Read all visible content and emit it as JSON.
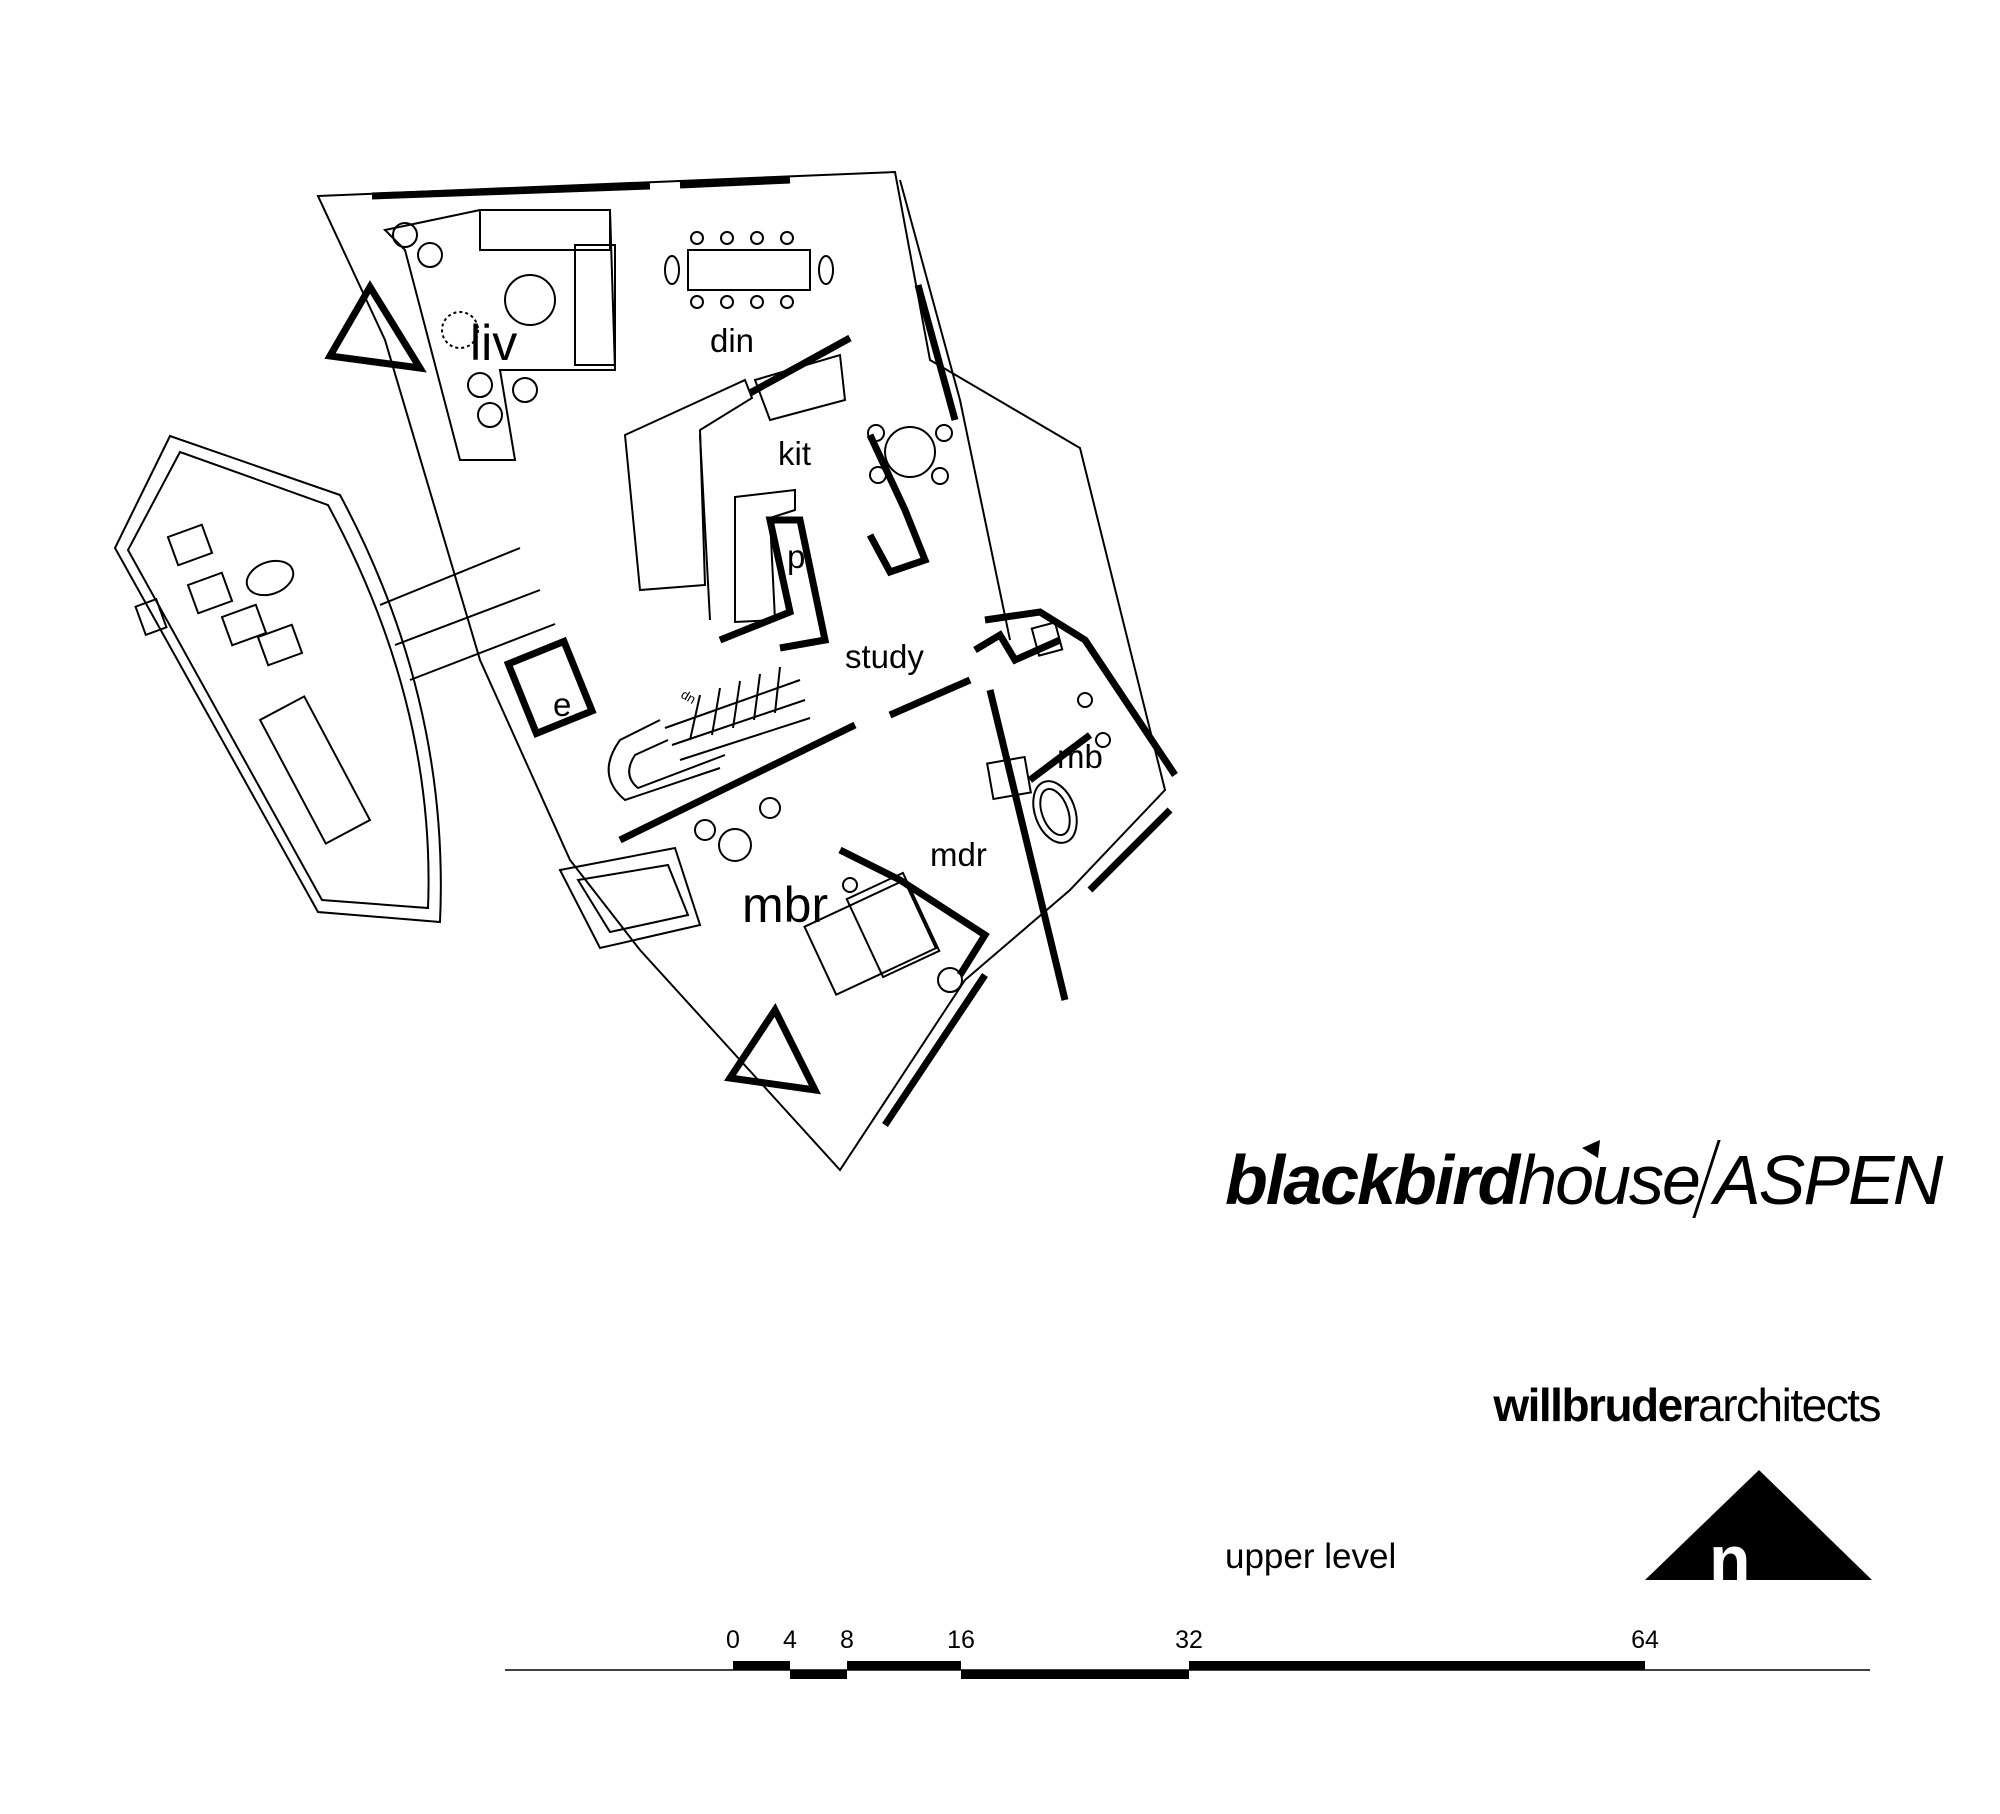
{
  "plan": {
    "rooms": {
      "liv": "liv",
      "din": "din",
      "kit": "kit",
      "p": "p",
      "study": "study",
      "e": "e",
      "dn": "dn",
      "mb": "mb",
      "mdr": "mdr",
      "mbr": "mbr"
    }
  },
  "title": {
    "part1": "blackbird",
    "part2": "house",
    "part3": "ASPEN"
  },
  "architect": {
    "bold": "willbruder",
    "light": "architects"
  },
  "level_label": "upper level",
  "north_label": "n",
  "scale": {
    "ticks": [
      "0",
      "4",
      "8",
      "16",
      "32",
      "64"
    ]
  }
}
